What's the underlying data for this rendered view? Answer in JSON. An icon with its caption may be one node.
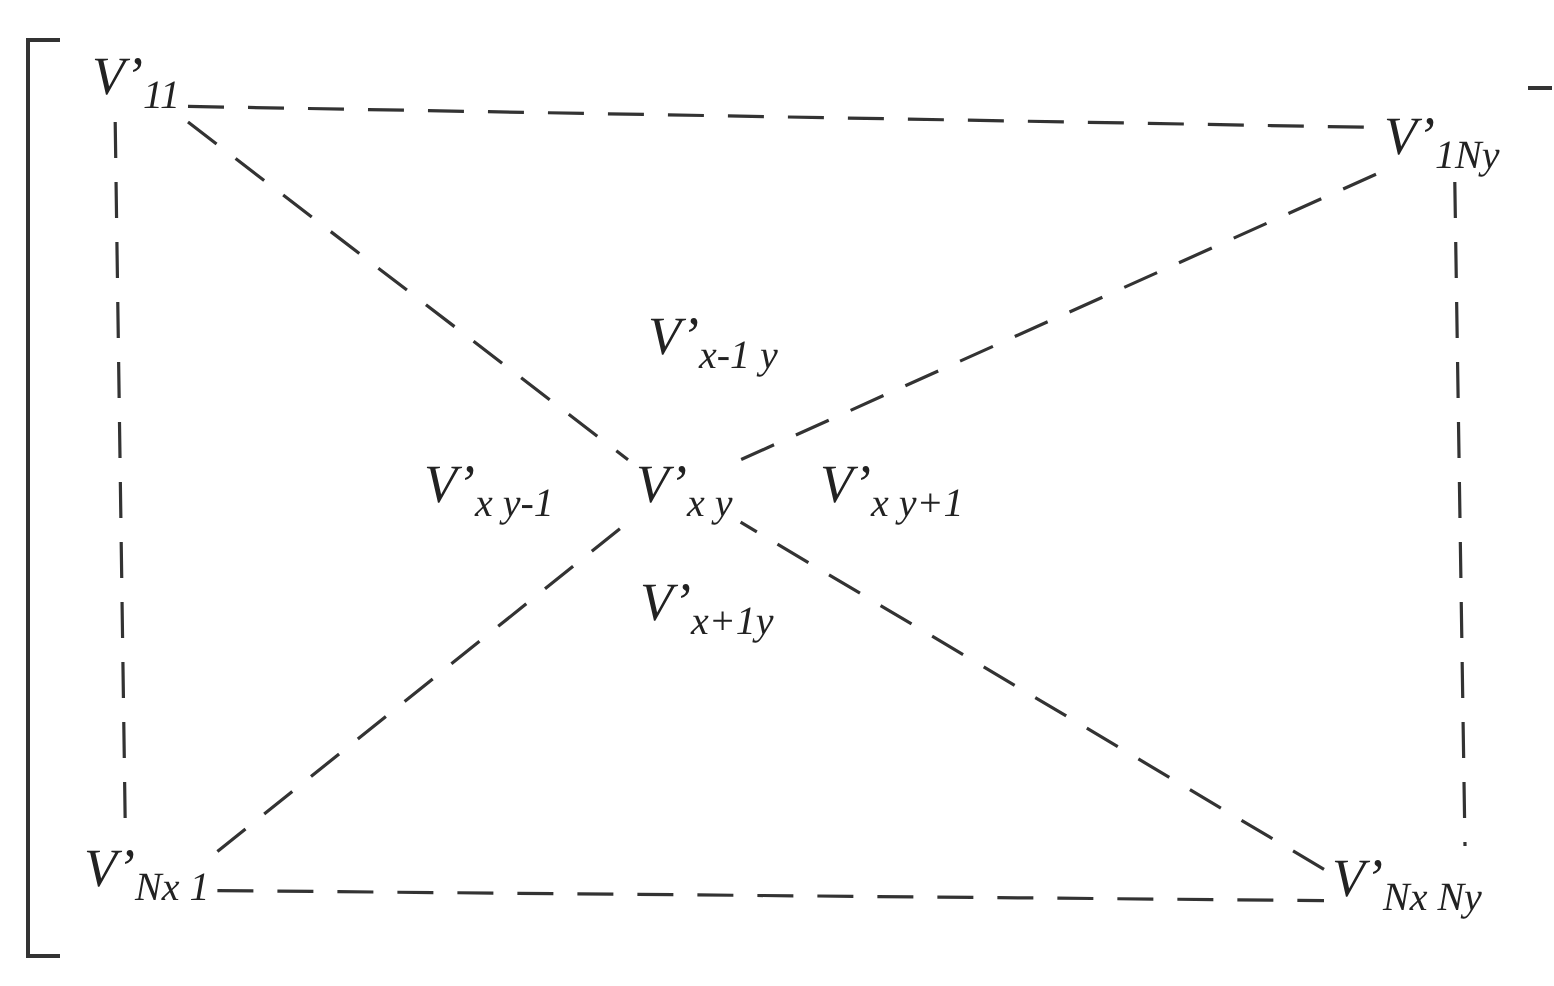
{
  "diagram": {
    "nodes": [
      {
        "text": [
          "V’$_{11}$"
        ]
      },
      {
        "text": [
          "V’$_{1Ny}$"
        ]
      },
      {
        "text": [
          "V’$_{x y}$"
        ]
      },
      {
        "text": [
          "V’$_{Nx 1}$"
        ]
      },
      {
        "text": [
          "V’$_{Nx Ny}$"
        ]
      }
    ],
    "edges": [
      {
        "from": 0,
        "to": 1,
        "arrow": "none",
        "style": "dashed"
      },
      {
        "from": 0,
        "to": 3,
        "arrow": "none",
        "style": "dashed"
      },
      {
        "from": 0,
        "to": 2,
        "arrow": "none",
        "style": "dashed"
      },
      {
        "from": 1,
        "to": 2,
        "arrow": "none",
        "style": "dashed"
      },
      {
        "from": 1,
        "to": 4,
        "arrow": "none",
        "style": "dashed"
      },
      {
        "from": 3,
        "to": 2,
        "arrow": "none",
        "style": "dashed"
      },
      {
        "from": 4,
        "to": 2,
        "arrow": "none",
        "style": "dashed"
      },
      {
        "from": 3,
        "to": 4,
        "arrow": "none",
        "style": "dashed"
      }
    ],
    "labels": [
      "V’$_{x-1 y}$",
      "V’$_{x y-1}$",
      "V’$_{x y+1}$",
      "V’$_{x+1y}$"
    ]
  }
}
